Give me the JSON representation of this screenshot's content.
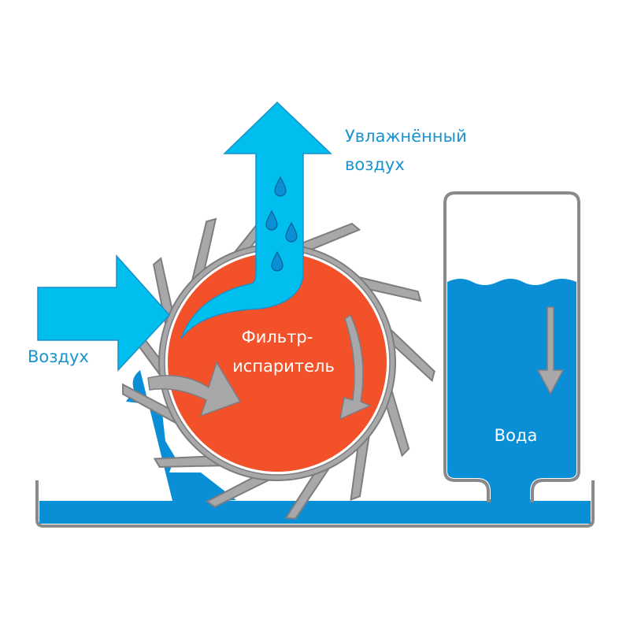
{
  "labels": {
    "humid_air_line1": "Увлажнённый",
    "humid_air_line2": "воздух",
    "air": "Воздух",
    "filter_line1": "Фильтр-",
    "filter_line2": "испаритель",
    "water": "Вода"
  },
  "colors": {
    "air": "#00bfee",
    "water": "#0a8fd6",
    "filter": "#f2512a",
    "frame": "#a8a8aa",
    "text_blue": "#1a93cf"
  }
}
